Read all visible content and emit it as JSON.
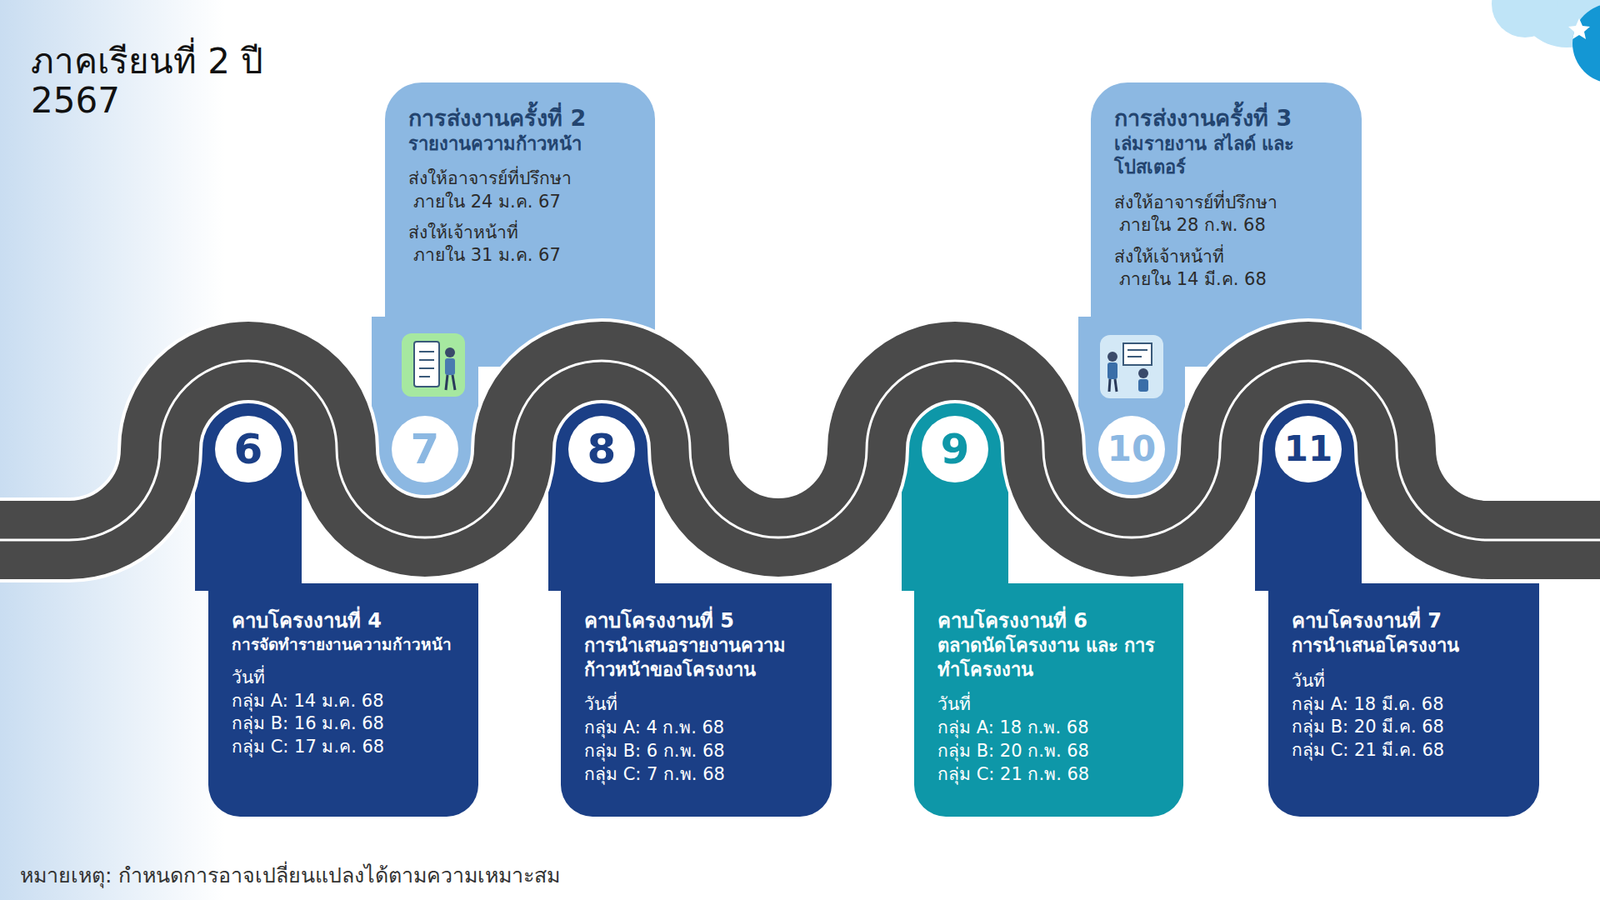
{
  "diagram": {
    "title": "ภาคเรียนที่ 2 ปี 2567",
    "nodes": [
      {
        "text": [
          "คาบโครงงานที่ 4",
          "การจัดทำรายงานความก้าวหน้า",
          "วันที่",
          "กลุ่ม A: 14 ม.ค. 68",
          "กลุ่ม B: 16 ม.ค. 68",
          "กลุ่ม C: 17 ม.ค. 68"
        ]
      },
      {
        "text": [
          "6"
        ],
        "in": 0
      },
      {
        "text": [
          "การส่งงานครั้งที่ 2",
          "รายงานความก้าวหน้า",
          "ส่งให้อาจารย์ที่ปรึกษา",
          "ภายใน 24 ม.ค. 67",
          "ส่งให้เจ้าหน้าที่",
          "ภายใน 31 ม.ค. 67"
        ]
      },
      {
        "text": [
          "7"
        ],
        "in": 2
      },
      {
        "text": [
          "คาบโครงงานที่ 5",
          "การนำเสนอรายงานความ ก้าวหน้าของโครงงาน",
          "วันที่",
          "กลุ่ม A: 4 ก.พ. 68",
          "กลุ่ม B: 6 ก.พ. 68",
          "กลุ่ม C: 7 ก.พ. 68"
        ]
      },
      {
        "text": [
          "8"
        ],
        "in": 4
      },
      {
        "text": [
          "คาบโครงงานที่ 6",
          "ตลาดนัดโครงงาน และ การทำโครงงาน",
          "วันที่",
          "กลุ่ม A: 18 ก.พ. 68",
          "กลุ่ม B: 20 ก.พ. 68",
          "กลุ่ม C: 21 ก.พ. 68"
        ]
      },
      {
        "text": [
          "9"
        ],
        "in": 6
      },
      {
        "text": [
          "การส่งงานครั้งที่ 3",
          "เล่มรายงาน สไลด์ และโปสเตอร์",
          "ส่งให้อาจารย์ที่ปรึกษา",
          "ภายใน 28 ก.พ. 68",
          "ส่งให้เจ้าหน้าที่",
          "ภายใน 14 มี.ค. 68"
        ]
      },
      {
        "text": [
          "10"
        ],
        "in": 8
      },
      {
        "text": [
          "คาบโครงงานที่ 7",
          "การนำเสนอโครงงาน",
          "วันที่",
          "กลุ่ม A: 18 มี.ค. 68",
          "กลุ่ม B: 20 มี.ค. 68",
          "กลุ่ม C: 21 มี.ค. 68"
        ]
      },
      {
        "text": [
          "11"
        ],
        "in": 10
      }
    ],
    "labels": [
      "หมายเหตุ: กำหนดการอาจเปลี่ยนแปลงได้ตามความเหมาะสม"
    ]
  }
}
